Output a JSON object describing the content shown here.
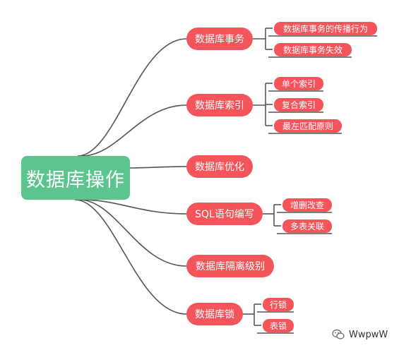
{
  "mindmap": {
    "root": {
      "label": "数据库操作"
    },
    "branches": [
      {
        "label": "数据库事务",
        "children": [
          "数据库事务的传播行为",
          "数据库事务失效"
        ]
      },
      {
        "label": "数据库索引",
        "children": [
          "单个索引",
          "复合索引",
          "最左匹配原则"
        ]
      },
      {
        "label": "数据库优化",
        "children": []
      },
      {
        "label": "SQL语句编写",
        "children": [
          "增删改查",
          "多表关联"
        ]
      },
      {
        "label": "数据库隔离级别",
        "children": []
      },
      {
        "label": "数据库锁",
        "children": [
          "行锁",
          "表锁"
        ]
      }
    ]
  },
  "colors": {
    "root_fill": "#5cc48f",
    "node_fill": "#f4555b",
    "connector": "#555555",
    "node_text": "#ffffff"
  },
  "watermark": {
    "text": "WwpwW",
    "icon": "wechat-icon"
  }
}
